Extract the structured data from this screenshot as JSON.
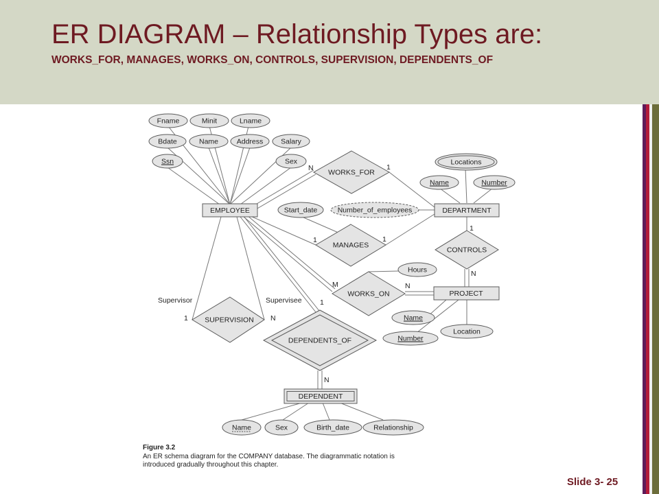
{
  "header": {
    "title": "ER DIAGRAM – Relationship Types are:",
    "subtitle": "WORKS_FOR, MANAGES, WORKS_ON, CONTROLS, SUPERVISION, DEPENDENTS_OF"
  },
  "diagram": {
    "entities": {
      "employee": "EMPLOYEE",
      "department": "DEPARTMENT",
      "project": "PROJECT",
      "dependent": "DEPENDENT"
    },
    "relationships": {
      "works_for": "WORKS_FOR",
      "manages": "MANAGES",
      "works_on": "WORKS_ON",
      "controls": "CONTROLS",
      "supervision": "SUPERVISION",
      "dependents_of": "DEPENDENTS_OF"
    },
    "attributes": {
      "fname": "Fname",
      "minit": "Minit",
      "lname": "Lname",
      "bdate": "Bdate",
      "emp_name": "Name",
      "address": "Address",
      "salary": "Salary",
      "ssn": "Ssn",
      "sex": "Sex",
      "locations": "Locations",
      "dept_name": "Name",
      "dept_number": "Number",
      "start_date": "Start_date",
      "number_of_employees": "Number_of_employees",
      "hours": "Hours",
      "proj_name": "Name",
      "proj_number": "Number",
      "location": "Location",
      "dep_name": "Name",
      "dep_sex": "Sex",
      "birth_date": "Birth_date",
      "relationship": "Relationship"
    },
    "cardinalities": {
      "works_for_emp": "N",
      "works_for_dept": "1",
      "manages_emp": "1",
      "manages_dept": "1",
      "works_on_emp": "M",
      "works_on_proj": "N",
      "controls_dept": "1",
      "controls_proj": "N",
      "supervision_supervisor": "1",
      "supervision_supervisee": "N",
      "dependents_of_emp": "1",
      "dependents_of_dep": "N"
    },
    "roles": {
      "supervisor": "Supervisor",
      "supervisee": "Supervisee"
    }
  },
  "caption": {
    "figure": "Figure 3.2",
    "text": "An ER schema diagram for the COMPANY database. The diagrammatic notation is introduced gradually throughout this chapter."
  },
  "footer": {
    "slide_number": "Slide 3- 25"
  }
}
